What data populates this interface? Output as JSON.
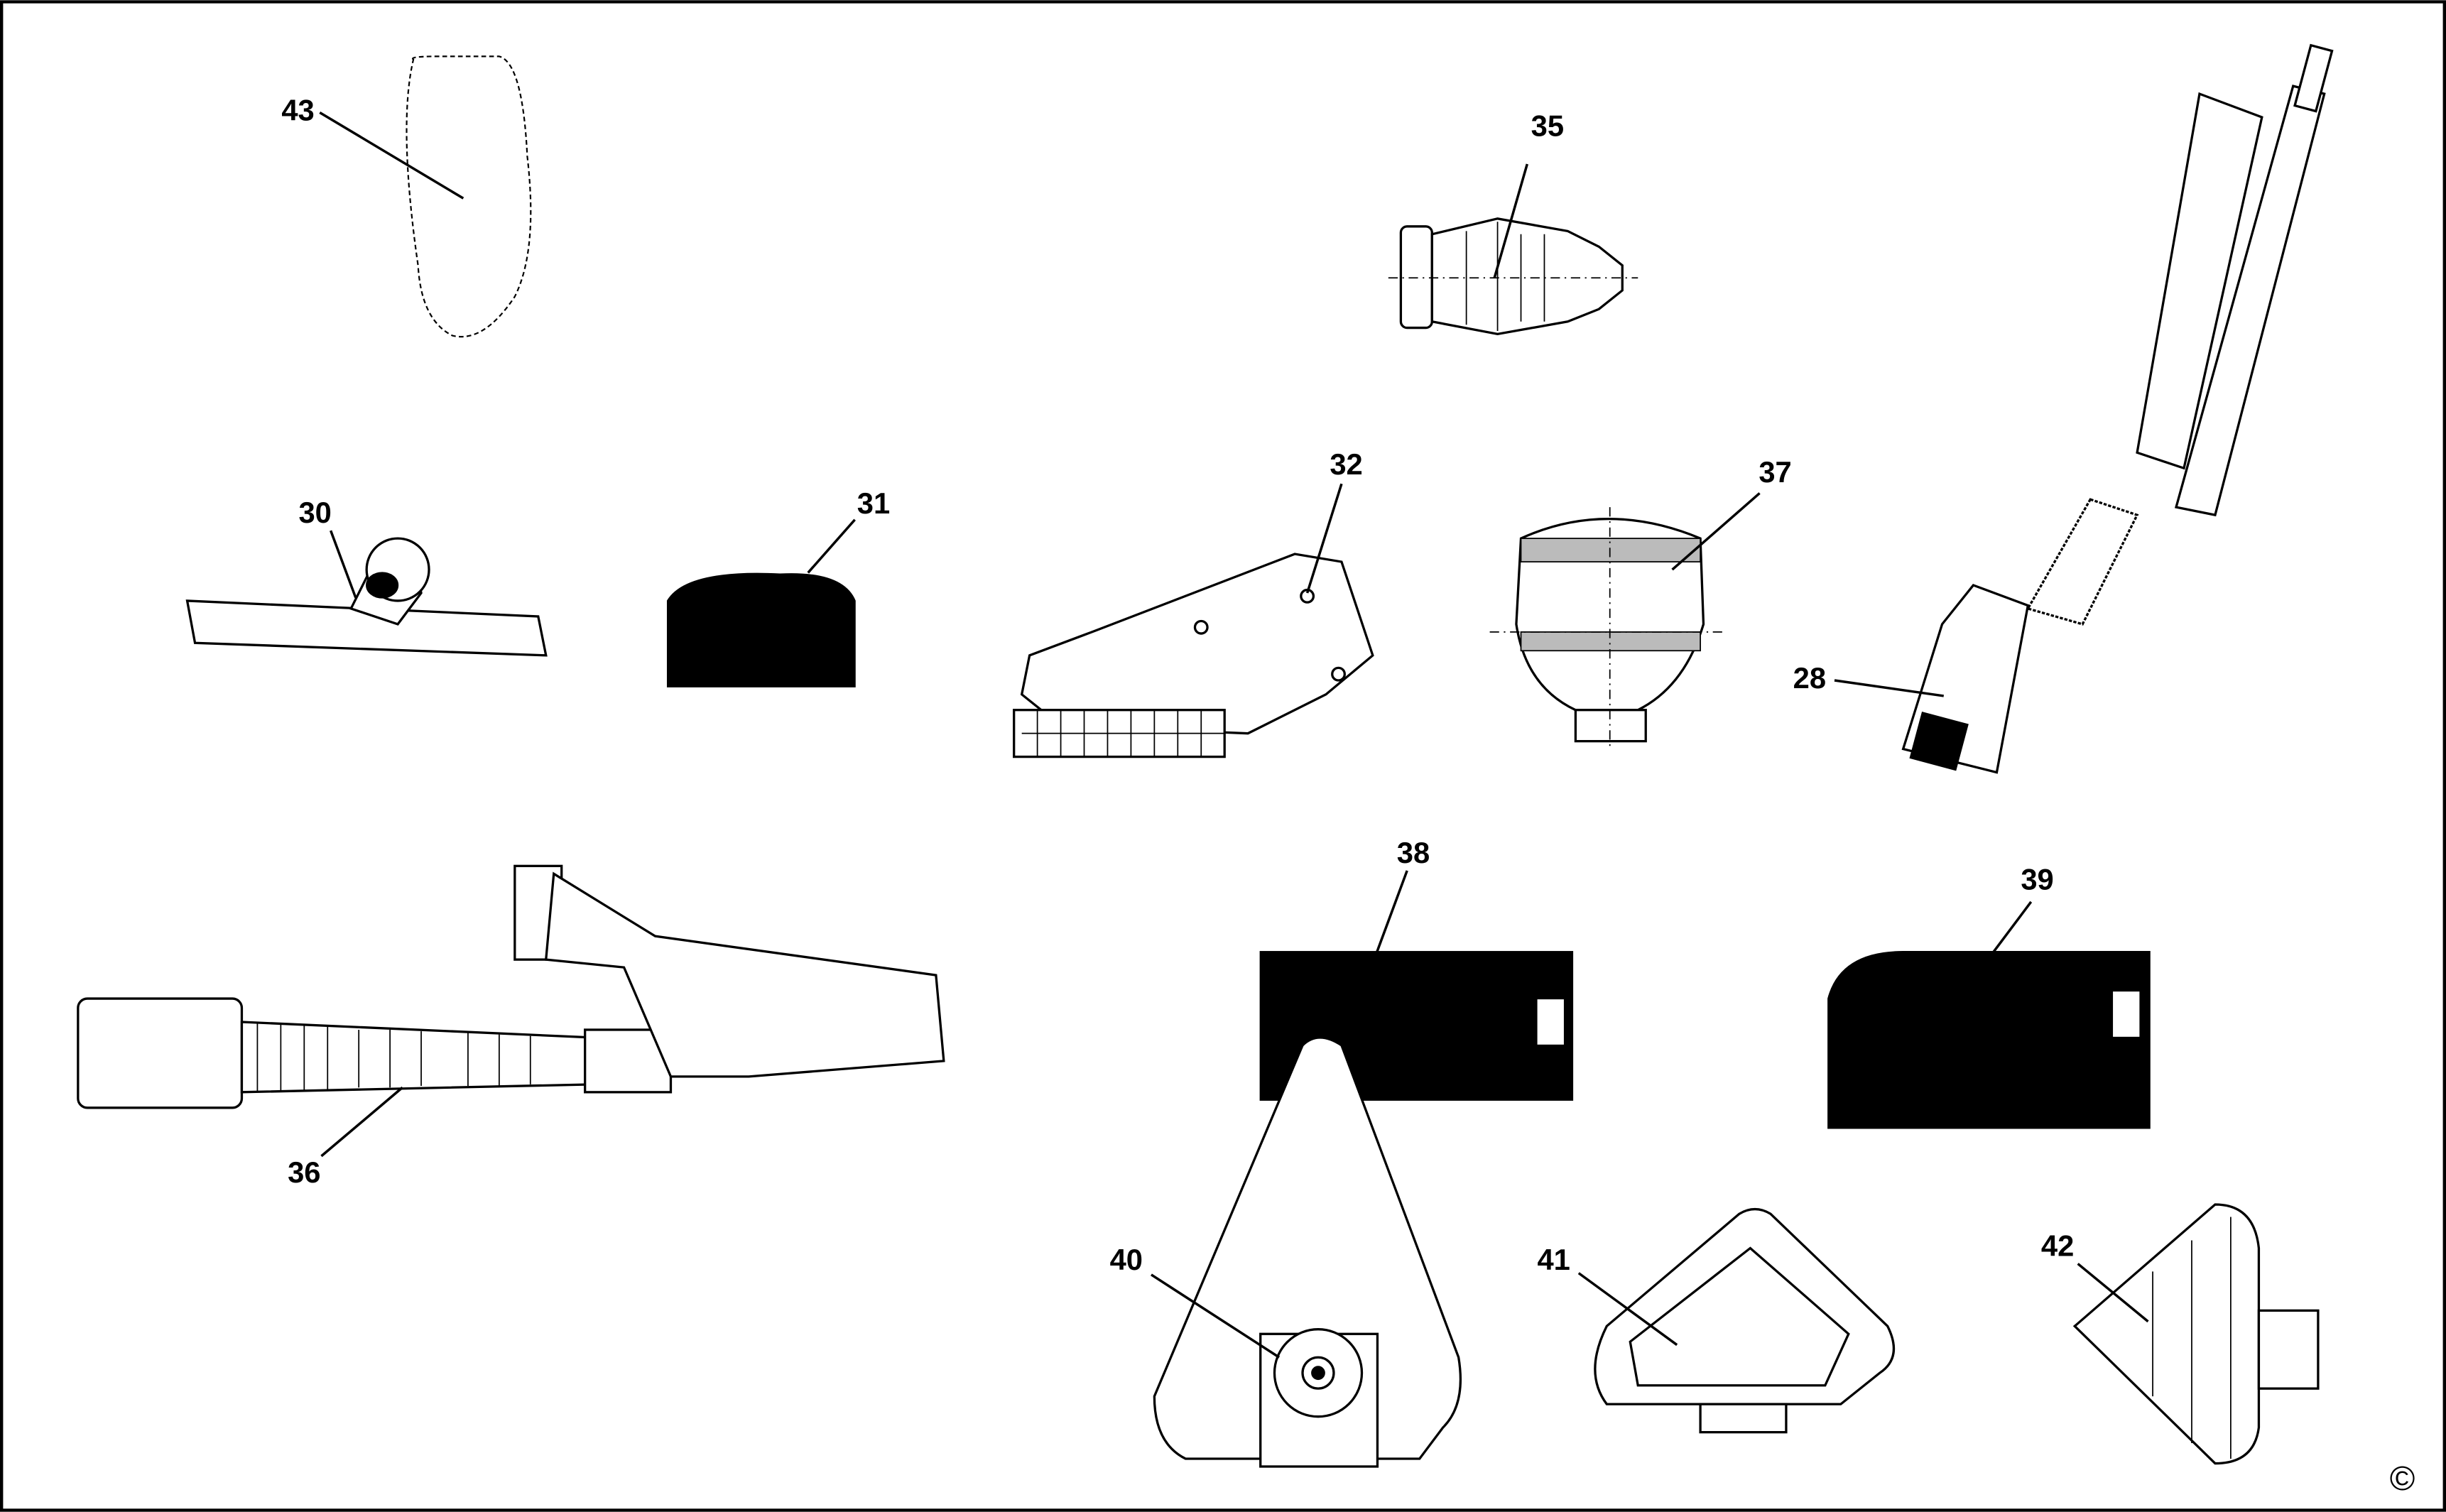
{
  "diagram": {
    "type": "exploded parts diagram",
    "parts": [
      {
        "number": "43"
      },
      {
        "number": "35"
      },
      {
        "number": "30"
      },
      {
        "number": "31"
      },
      {
        "number": "32"
      },
      {
        "number": "37"
      },
      {
        "number": "28"
      },
      {
        "number": "38"
      },
      {
        "number": "39"
      },
      {
        "number": "36"
      },
      {
        "number": "40"
      },
      {
        "number": "41"
      },
      {
        "number": "42"
      }
    ],
    "copyright_symbol": "©"
  }
}
